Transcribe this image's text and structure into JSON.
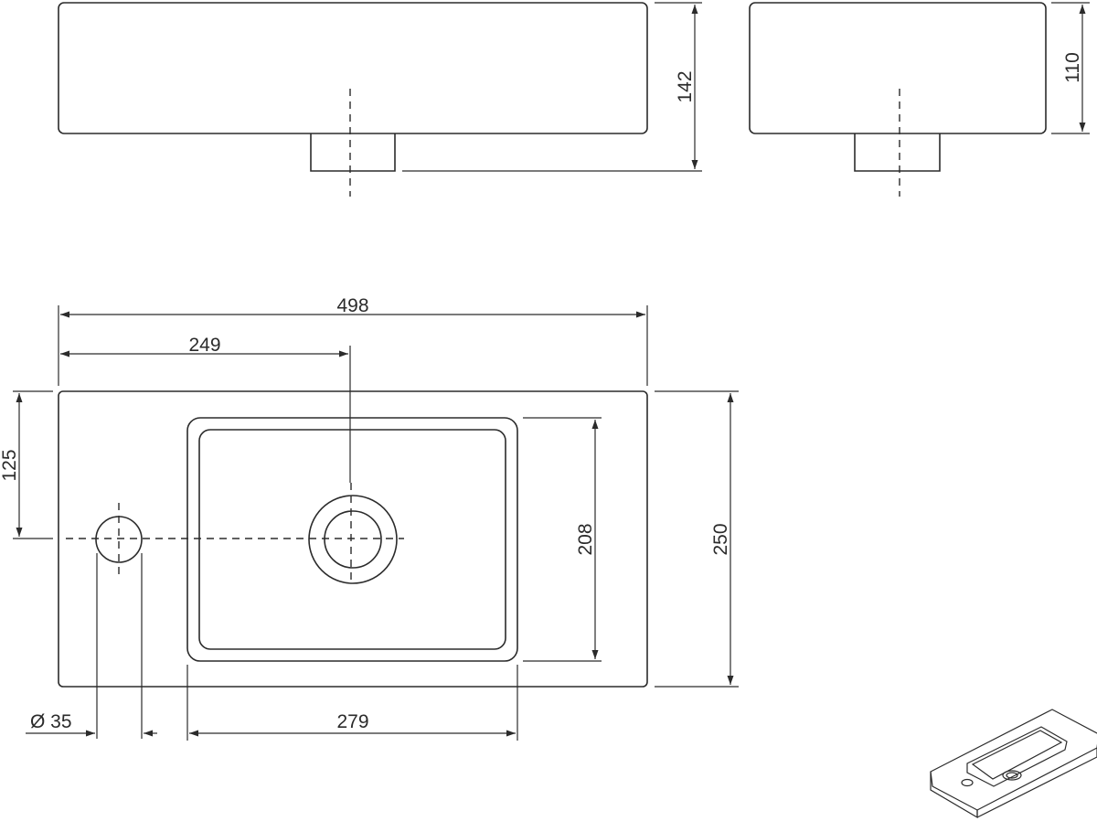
{
  "dimensions": {
    "front_height": "142",
    "side_height": "110",
    "overall_width": "498",
    "drain_offset": "249",
    "depth_to_tap": "125",
    "overall_depth": "250",
    "basin_depth": "208",
    "basin_width": "279",
    "tap_hole": "Ø 35"
  },
  "colors": {
    "line": "#2b2b2b",
    "background": "#ffffff"
  }
}
